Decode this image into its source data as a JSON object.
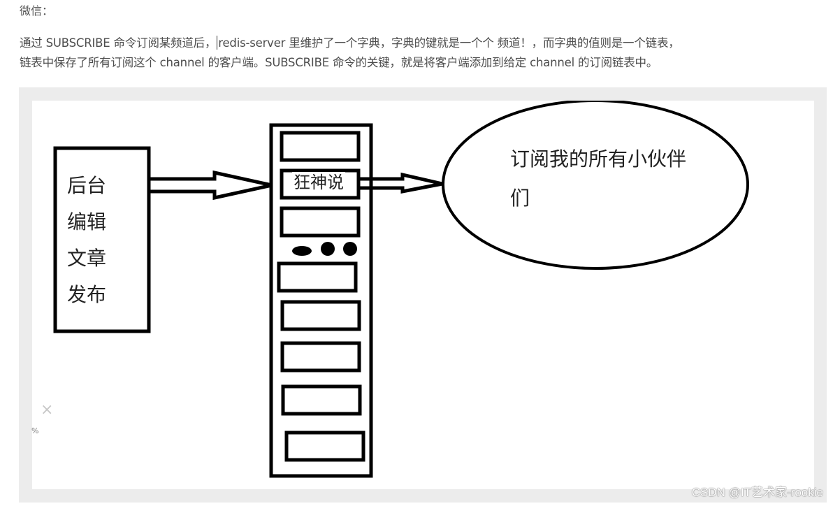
{
  "header": {
    "label": "微信："
  },
  "paragraph": {
    "line1_before_caret": "通过 SUBSCRIBE 命令订阅某频道后，",
    "line1_after_caret": "redis-server 里维护了一个字典，字典的键就是一个个 频道！，而字典的值则是一个链表，",
    "line2": "链表中保存了所有订阅这个 channel 的客户端。SUBSCRIBE 命令的关键，就是将客户端添加到给定 channel 的订阅链表中。"
  },
  "diagram": {
    "publisher_box": {
      "lines": [
        "后台",
        "编辑",
        "文章",
        "发布"
      ]
    },
    "channel_list": {
      "highlighted_channel": "狂神说",
      "slot_count_top": 3,
      "ellipsis": "•••",
      "slot_count_bottom": 5
    },
    "subscribers_ellipse": {
      "text_line1": "订阅我的所有小伙伴",
      "text_line2": "们"
    },
    "colors": {
      "stroke": "#000000",
      "frame": "#ececec",
      "canvas": "#ffffff"
    }
  },
  "overlay": {
    "close_icon": "×",
    "percent_fragment": "%"
  },
  "watermark": "CSDN @IT艺术家-rookie"
}
